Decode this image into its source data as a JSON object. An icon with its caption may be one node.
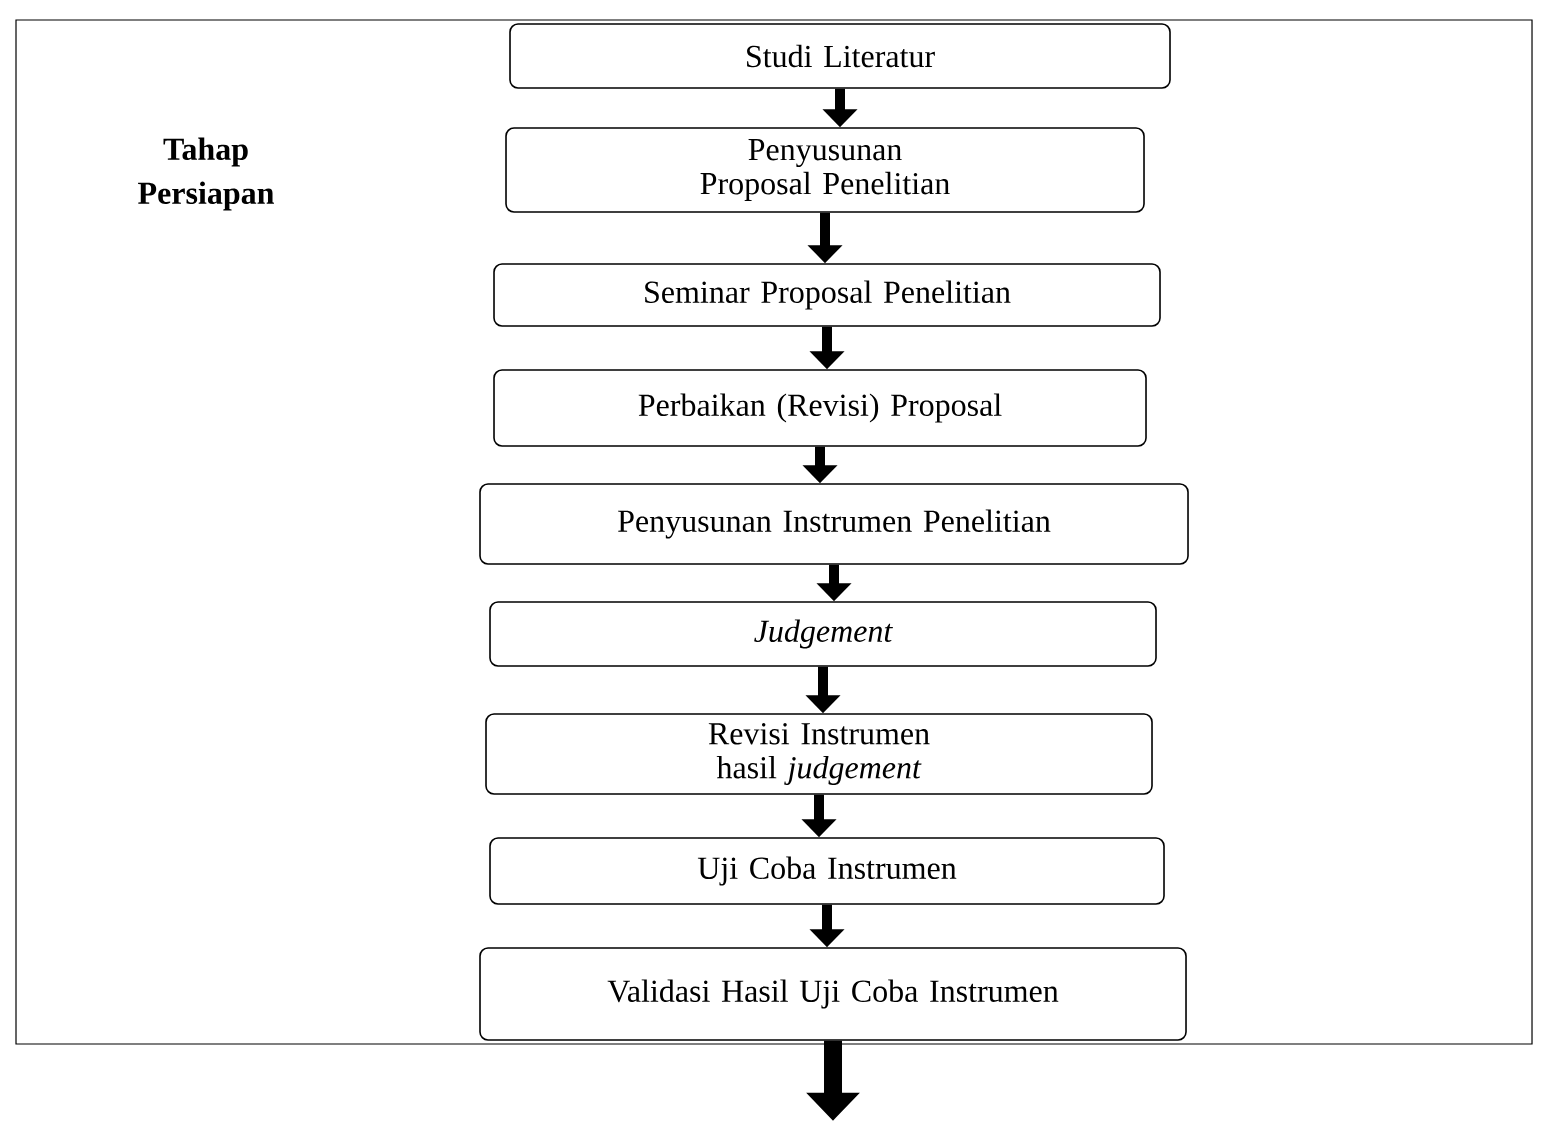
{
  "diagram": {
    "nodes": [
      {
        "text": [
          "Tahap Persiapan"
        ]
      },
      {
        "text": [
          "Studi Literatur"
        ],
        "in": 0
      },
      {
        "text": [
          "Penyusunan Proposal Penelitian"
        ],
        "in": 0
      },
      {
        "text": [
          "Seminar Proposal Penelitian"
        ],
        "in": 0
      },
      {
        "text": [
          "Perbaikan (Revisi) Proposal"
        ],
        "in": 0
      },
      {
        "text": [
          "Penyusunan Instrumen Penelitian"
        ],
        "in": 0
      },
      {
        "text": [
          "Judgement"
        ],
        "in": 0
      },
      {
        "text": [
          "Revisi Instrumen hasil *judgement*"
        ],
        "in": 0
      },
      {
        "text": [
          "Uji Coba Instrumen"
        ],
        "in": 0
      },
      {
        "text": [
          "Validasi Hasil Uji Coba Instrumen"
        ],
        "in": 0
      }
    ],
    "edges": [
      {
        "from": 1,
        "to": 2,
        "arrow": "to"
      },
      {
        "from": 2,
        "to": 3,
        "arrow": "to"
      },
      {
        "from": 3,
        "to": 4,
        "arrow": "to"
      },
      {
        "from": 4,
        "to": 5,
        "arrow": "to"
      },
      {
        "from": 5,
        "to": 6,
        "arrow": "to"
      },
      {
        "from": 6,
        "to": 7,
        "arrow": "to"
      },
      {
        "from": 7,
        "to": 8,
        "arrow": "to"
      },
      {
        "from": 8,
        "to": 9,
        "arrow": "to"
      },
      {
        "from": 9,
        "to": null,
        "arrow": "to",
        "style": "thick"
      }
    ]
  }
}
